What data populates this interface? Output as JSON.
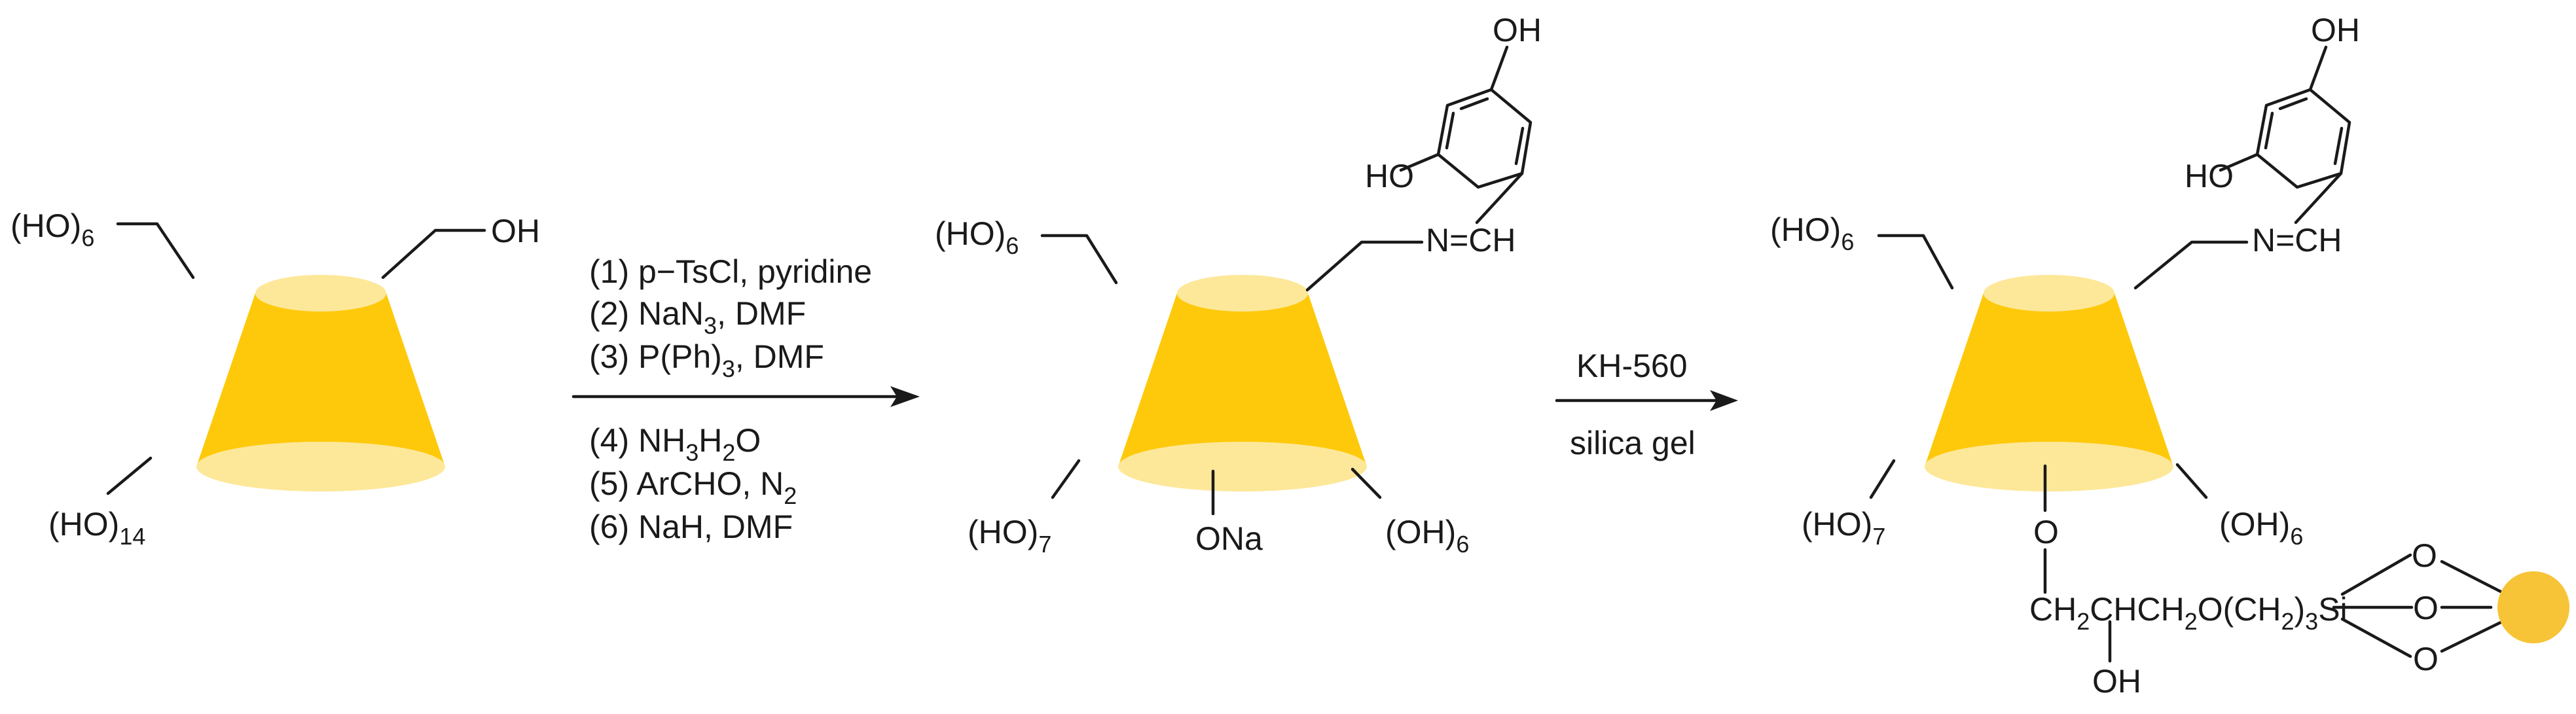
{
  "colors": {
    "cone_body": "#FEC90A",
    "cone_rim": "#FDE89A",
    "silica_bead": "#F7C437",
    "ink": "#1a1a1a"
  },
  "step1": {
    "reagents": [
      {
        "text": "(1) p−TsCl, pyridine",
        "sub": ""
      },
      {
        "text": "(2) NaN",
        "sub": "3",
        "tail": ", DMF"
      },
      {
        "text": "(3) P(Ph)",
        "sub": "3",
        "tail": ", DMF"
      },
      {
        "text": "(4) NH",
        "sub": "3",
        "text2": "H",
        "sub2": "2",
        "tail": "O"
      },
      {
        "text": "(5) ArCHO, N",
        "sub": "2",
        "tail": ""
      },
      {
        "text": "(6) NaH, DMF",
        "sub": "",
        "tail": ""
      }
    ]
  },
  "step2": {
    "above": "KH-560",
    "below": "silica gel"
  },
  "mol1": {
    "top_left": "(HO)",
    "top_left_sub": "6",
    "top_right": "OH",
    "bottom_left": "(HO)",
    "bottom_left_sub": "14"
  },
  "mol2": {
    "top_left": "(HO)",
    "top_left_sub": "6",
    "bottom_left": "(HO)",
    "bottom_left_sub": "7",
    "bottom_center": "ONa",
    "bottom_right": "(OH)",
    "bottom_right_sub": "6",
    "imine": "N=CH",
    "phenol_oh_top": "OH",
    "phenol_oh_left": "HO"
  },
  "mol3": {
    "top_left": "(HO)",
    "top_left_sub": "6",
    "bottom_left": "(HO)",
    "bottom_left_sub": "7",
    "bottom_right": "(OH)",
    "bottom_right_sub": "6",
    "imine": "N=CH",
    "phenol_oh_top": "OH",
    "phenol_oh_left": "HO",
    "ether_o": "O",
    "linker_a": "CH",
    "linker_a_sub": "2",
    "linker_b": "CHCH",
    "linker_b_sub": "2",
    "linker_c": "O(CH",
    "linker_c_sub": "2",
    "linker_d": ")",
    "linker_d_sub": "3",
    "silicon": "Si",
    "siloxy_o_1": "O",
    "siloxy_o_2": "O",
    "siloxy_o_3": "O",
    "hydroxyl": "OH"
  }
}
